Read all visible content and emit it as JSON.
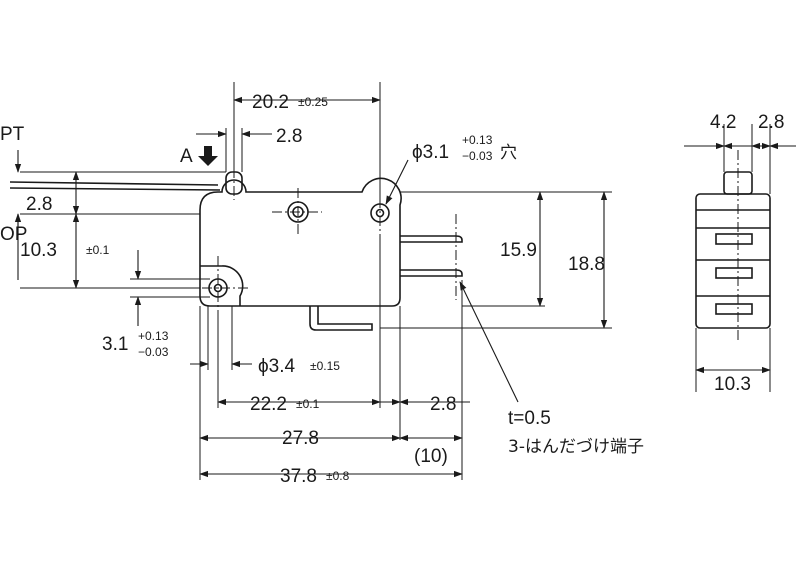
{
  "labels": {
    "pt": "PT",
    "op": "OP",
    "a_label": "A",
    "w_top": "20.2",
    "w_top_tol": "±0.25",
    "plunger_w": "2.8",
    "hole_top_prefix": "ϕ3.1",
    "hole_top_tol_plus": "+0.13",
    "hole_top_tol_minus": "−0.03",
    "hole_top_suffix": "穴",
    "pt_dim": "2.8",
    "op_dim": "10.3",
    "op_tol": "±0.1",
    "h_inner": "15.9",
    "h_outer": "18.8",
    "hole_bot_v": "3.1",
    "hole_bot_tol_plus": "+0.13",
    "hole_bot_tol_minus": "−0.03",
    "hole_bot_dia": "ϕ3.4",
    "hole_bot_dia_tol": "±0.15",
    "pitch": "22.2",
    "pitch_tol": "±0.1",
    "term_offset": "2.8",
    "body_len": "27.8",
    "term_len": "(10)",
    "total_len": "37.8",
    "total_tol": "±0.8",
    "thickness": "t=0.5",
    "terminal_note": "3-はんだづけ端子",
    "side_w1": "4.2",
    "side_w2": "2.8",
    "side_width": "10.3"
  }
}
